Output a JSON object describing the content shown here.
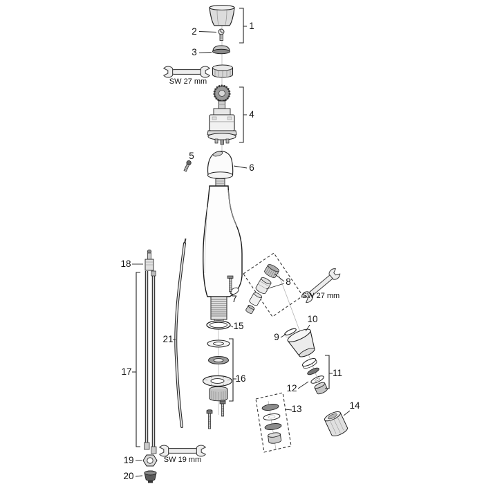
{
  "diagram": {
    "type": "exploded-parts-diagram",
    "parts": [
      "1",
      "2",
      "3",
      "4",
      "5",
      "6",
      "7",
      "8",
      "9",
      "10",
      "11",
      "12",
      "13",
      "14",
      "15",
      "16",
      "17",
      "18",
      "19",
      "20",
      "21"
    ],
    "wrench_labels": [
      "SW 27 mm",
      "SW 27 mm",
      "SW 19 mm"
    ],
    "colors": {
      "line": "#1a1a1a",
      "background": "#ffffff",
      "metal_light": "#ececec",
      "metal_mid": "#c4c4c4",
      "metal_dark": "#5a5a5a"
    }
  }
}
